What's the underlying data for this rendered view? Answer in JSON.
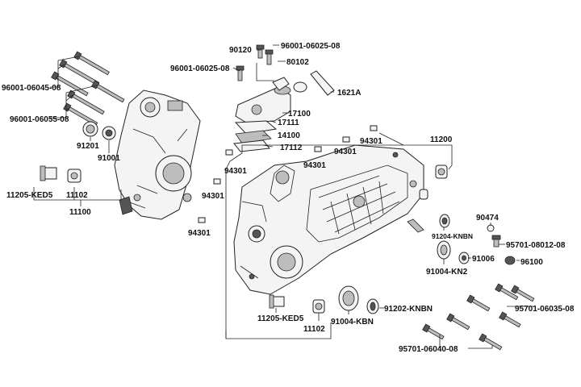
{
  "labels": [
    "96001-06045-08",
    "96001-06055-08",
    "91201",
    "91001",
    "11205-KED5",
    "11102",
    "11100",
    "90120",
    "96001-06025-08",
    "96001-06025-08",
    "80102",
    "1621A",
    "17100",
    "17111",
    "14100",
    "17112",
    "94301",
    "94301",
    "94301",
    "94301",
    "94301",
    "94301",
    "11200",
    "90474",
    "91204-KNBN",
    "95701-08012-08",
    "91006",
    "96100",
    "91004-KN2",
    "95701-06035-08",
    "91202-KNBN",
    "11205-KED5",
    "91004-KBN",
    "11102",
    "95701-06040-08"
  ]
}
